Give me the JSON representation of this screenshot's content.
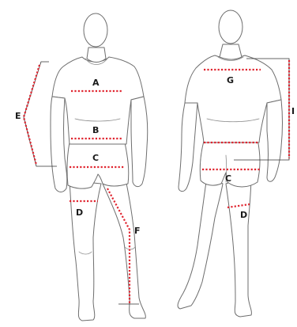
{
  "colors": {
    "measure_line": "#e0242f",
    "outline": "#6e6e6e",
    "label": "#1a1a1a",
    "background": "#ffffff"
  },
  "figures": {
    "front": {
      "view": "front",
      "labels": {
        "a": "A",
        "b": "B",
        "c": "C",
        "d": "D",
        "e": "E",
        "f": "F"
      }
    },
    "back": {
      "view": "back",
      "labels": {
        "g": "G",
        "c": "C",
        "d": "D",
        "i": "I"
      }
    }
  }
}
